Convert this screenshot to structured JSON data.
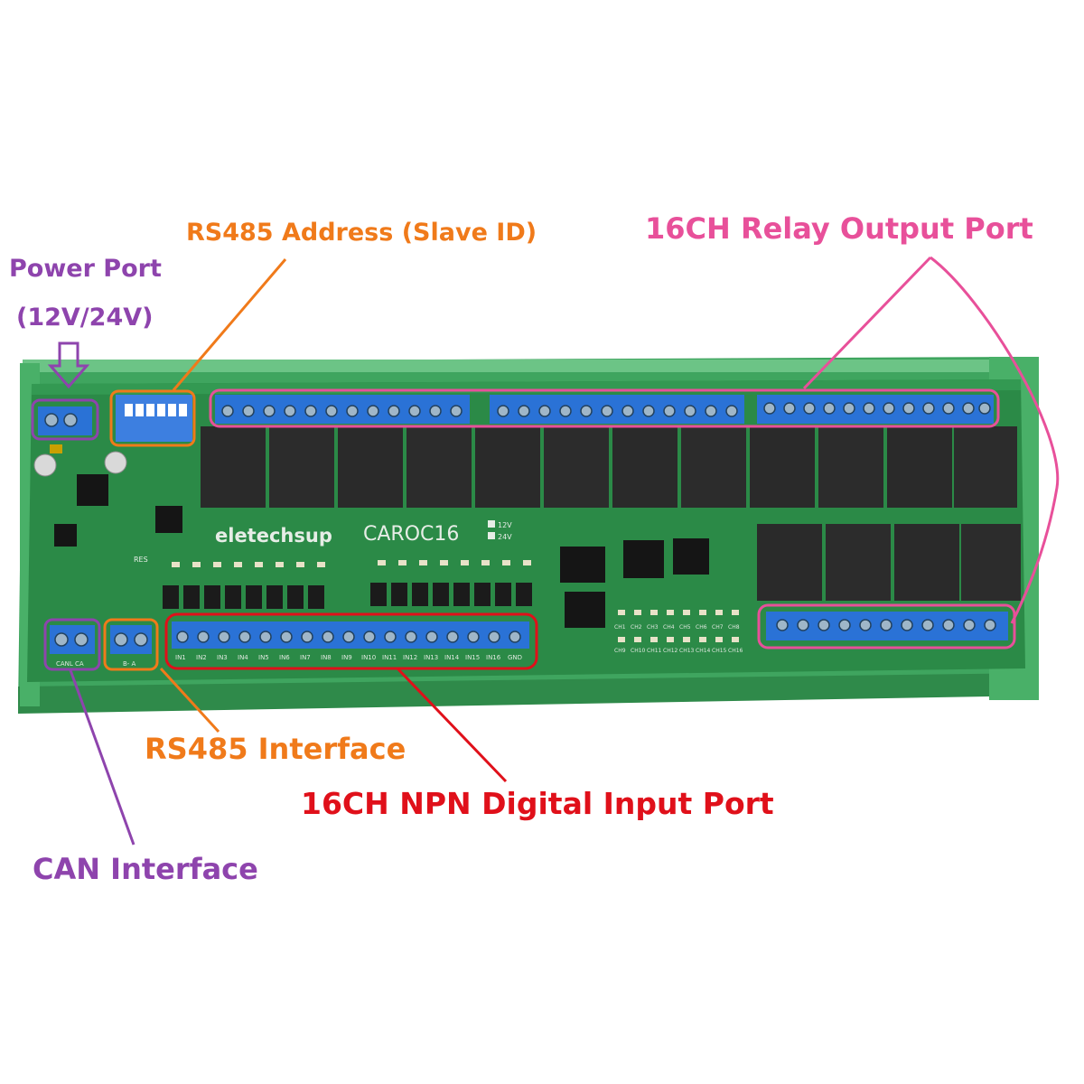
{
  "labels": {
    "power_port": "Power Port",
    "power_voltage": "(12V/24V)",
    "rs485_address": "RS485 Address (Slave ID)",
    "relay_output": "16CH Relay Output Port",
    "rs485_interface": "RS485 Interface",
    "npn_input": "16CH NPN Digital Input Port",
    "can_interface": "CAN Interface"
  },
  "board": {
    "brand": "eletechsup",
    "model": "CAROC16",
    "voltage_12": "12V",
    "voltage_24": "24V",
    "res": "RES",
    "can_pins": "CANL  CA",
    "rs485_pins": "B-   A"
  },
  "input_pins": [
    "IN1",
    "IN2",
    "IN3",
    "IN4",
    "IN5",
    "IN6",
    "IN7",
    "IN8",
    "IN9",
    "IN10",
    "IN11",
    "IN12",
    "IN13",
    "IN14",
    "IN15",
    "IN16",
    "GND"
  ],
  "led_labels_top": [
    "CH1",
    "CH2",
    "CH3",
    "CH4",
    "CH5",
    "CH6",
    "CH7",
    "CH8"
  ],
  "led_labels_bottom": [
    "CH9",
    "CH10",
    "CH11",
    "CH12",
    "CH13",
    "CH14",
    "CH15",
    "CH16"
  ],
  "colors": {
    "purple": "#8e44ad",
    "orange": "#f07a1a",
    "pink": "#e8509a",
    "red": "#e0101a",
    "pcb": "#2f8a4a",
    "rail": "#3aa35a",
    "terminal": "#2a72d6"
  }
}
